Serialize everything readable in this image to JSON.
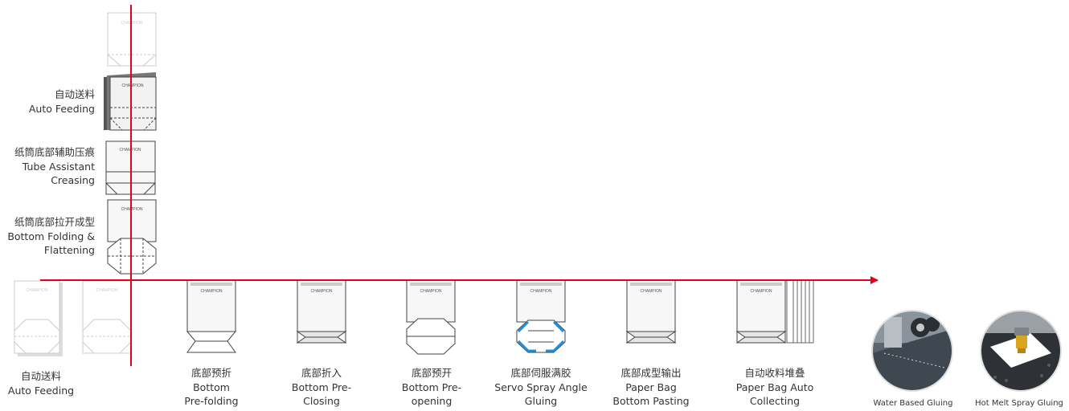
{
  "colors": {
    "flow_line": "#e6001f",
    "bag_outline": "#444444",
    "bag_fill": "#f2f2f2",
    "faded_outline": "#bbbbbb",
    "glue_accent": "#1e90e0"
  },
  "brand_mark": "CHAMPION",
  "vertical_steps": [
    {
      "cn": "自动送料",
      "en": [
        "Auto Feeding"
      ]
    },
    {
      "cn": "纸筒底部辅助压痕",
      "en": [
        "Tube Assistant",
        "Creasing"
      ]
    },
    {
      "cn": "纸筒底部拉开成型",
      "en": [
        "Bottom Folding &",
        "Flattening"
      ]
    }
  ],
  "horizontal_steps": [
    {
      "cn": "自动送料",
      "en": [
        "Auto Feeding"
      ]
    },
    {
      "cn": "底部预折",
      "en": [
        "Bottom",
        "Pre-folding"
      ]
    },
    {
      "cn": "底部折入",
      "en": [
        "Bottom Pre-",
        "Closing"
      ]
    },
    {
      "cn": "底部预开",
      "en": [
        "Bottom Pre-",
        "opening"
      ]
    },
    {
      "cn": "底部伺服满胶",
      "en": [
        "Servo Spray Angle",
        "Gluing"
      ]
    },
    {
      "cn": "底部成型输出",
      "en": [
        "Paper Bag",
        "Bottom Pasting"
      ]
    },
    {
      "cn": "自动收料堆叠",
      "en": [
        "Paper Bag Auto",
        "Collecting"
      ]
    }
  ],
  "gluing_options": [
    {
      "label": "Water Based Gluing",
      "icon": "water-based-gluing-photo"
    },
    {
      "label": "Hot Melt Spray Gluing",
      "icon": "hot-melt-spray-gluing-photo"
    }
  ]
}
